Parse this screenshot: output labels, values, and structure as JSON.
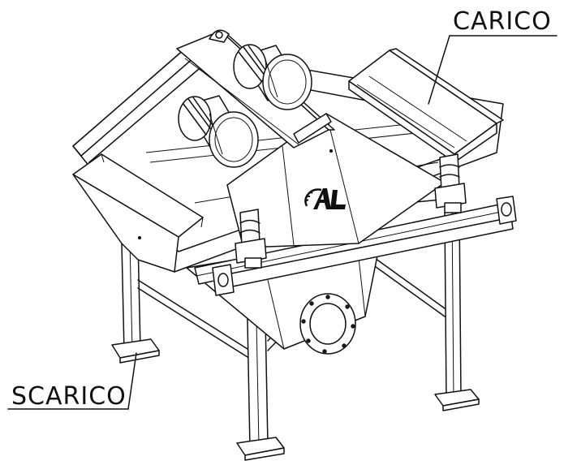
{
  "labels": {
    "carico": "CARICO",
    "scarico": "SCARICO"
  },
  "logo": {
    "text": "AL"
  },
  "colors": {
    "line": "#111111",
    "background": "#ffffff"
  }
}
